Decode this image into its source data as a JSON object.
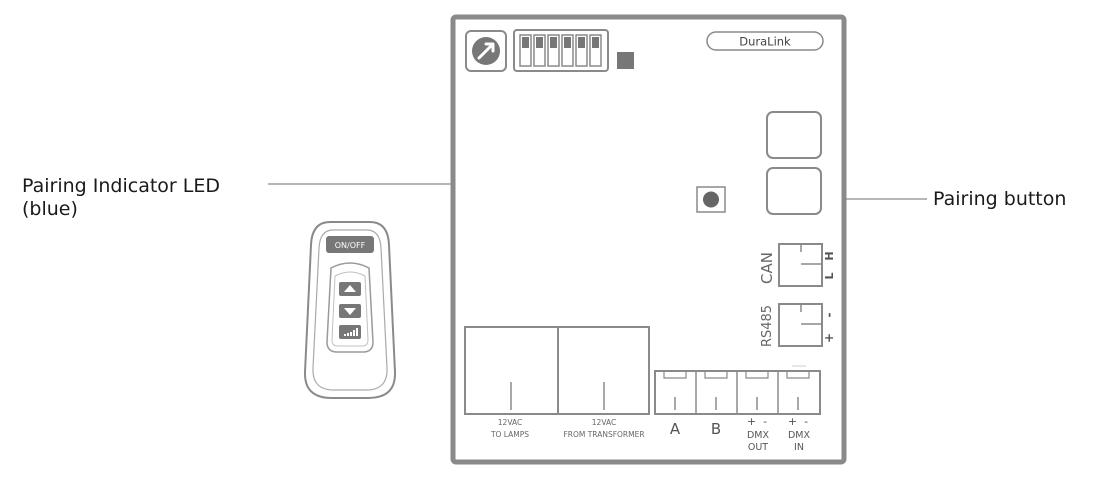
{
  "callouts": {
    "led_line1": "Pairing Indicator LED",
    "led_line2": "(blue)",
    "pairing_button": "Pairing button"
  },
  "board": {
    "brand": "DuraLink",
    "can_label": "CAN",
    "can_h": "H",
    "can_l": "L",
    "rs485_label": "RS485",
    "rs485_minus": "-",
    "rs485_plus": "+",
    "lamps_line1": "12VAC",
    "lamps_line2": "TO LAMPS",
    "transformer_line1": "12VAC",
    "transformer_line2": "FROM TRANSFORMER",
    "terminal_a": "A",
    "terminal_b": "B",
    "dmx_out_polarity": "+  -",
    "dmx_out_line1": "DMX",
    "dmx_out_line2": "OUT",
    "dmx_in_polarity": "+  -",
    "dmx_in_line1": "DMX",
    "dmx_in_line2": "IN",
    "dip_switch_count": 6
  },
  "remote": {
    "on_off_label": "ON/OFF",
    "up_icon": "triangle-up-icon",
    "down_icon": "triangle-down-icon",
    "signal_icon": "signal-bars-icon"
  },
  "colors": {
    "line": "#8a8a8a",
    "led": "#777777",
    "button_dot": "#666666",
    "text": "#1a1a1a"
  }
}
